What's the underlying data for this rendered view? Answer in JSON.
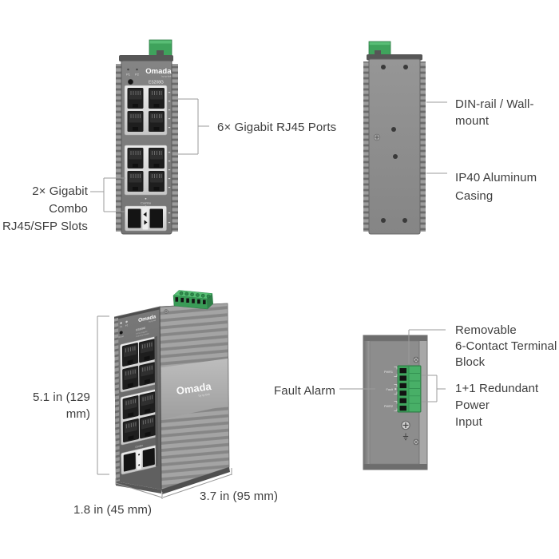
{
  "device": {
    "brand": "Omada",
    "brand_tagline": "by tp-link",
    "model": "ES208G",
    "model_desc": [
      "8-Port Gigabit",
      "Industrial Switch"
    ],
    "led_labels": [
      "P1",
      "P2"
    ],
    "reset_label": "Reset",
    "combo_label": "Combo",
    "power_terminal_labels": [
      "PWR1",
      "Fault",
      "PWR2"
    ]
  },
  "callouts": {
    "rj45": "6× Gigabit RJ45 Ports",
    "combo": [
      "2× Gigabit Combo",
      "RJ45/SFP Slots"
    ],
    "din_rail": "DIN-rail / Wall-mount",
    "ip40": [
      "IP40 Aluminum",
      "Casing"
    ],
    "terminal": [
      "Removable",
      "6-Contact Terminal",
      "Block"
    ],
    "fault_alarm": "Fault Alarm",
    "power": [
      "1+1 Redundant Power",
      "Input"
    ]
  },
  "dimensions": {
    "height": "5.1 in (129 mm)",
    "width": "1.8 in (45 mm)",
    "depth": "3.7 in (95 mm)"
  },
  "colors": {
    "accent_green": "#3fa35c",
    "casing_gray": "#8a8a8a",
    "panel_gray": "#7a7a7a",
    "label_text": "#3e3e3e",
    "callout_line": "#9b9b9b"
  }
}
